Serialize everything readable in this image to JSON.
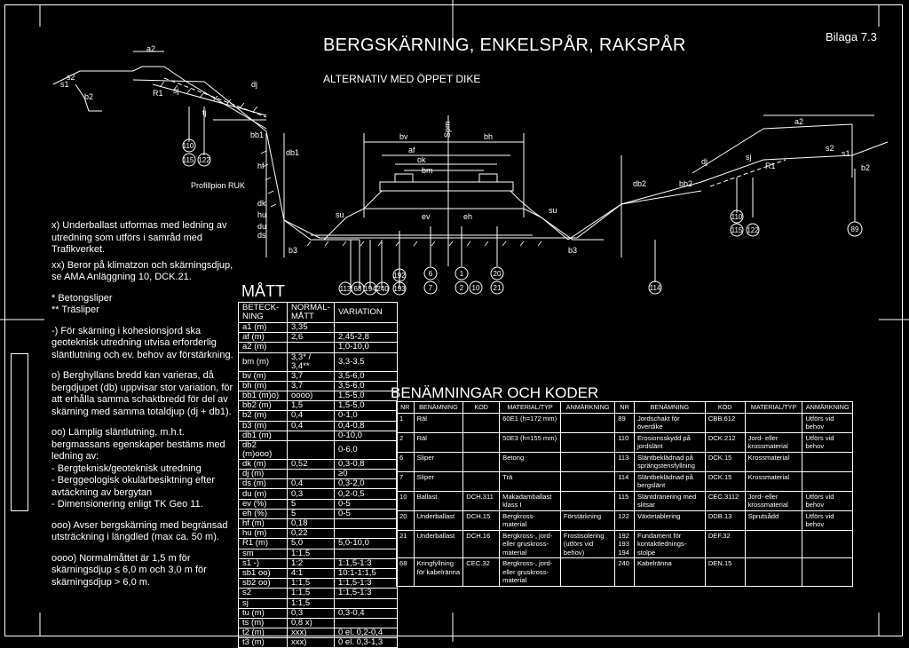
{
  "header": {
    "title": "BERGSKÄRNING, ENKELSPÅR, RAKSPÅR",
    "subtitle": "ALTERNATIV MED ÖPPET DIKE",
    "sheet": "Bilaga 7.3"
  },
  "drawing_labels": {
    "profile_label": "Profillpion RUK",
    "spm": "Spm",
    "bv": "bv",
    "bh": "bh",
    "af": "af",
    "ok": "ok",
    "bm": "bm",
    "ev": "ev",
    "eh": "eh",
    "su": "su",
    "a2": "a2",
    "b2": "b2",
    "r1": "R1",
    "sj": "sj",
    "s1": "s1",
    "s2": "s2",
    "dj": "dj",
    "db1": "db1",
    "db2": "db2",
    "bb1": "bb1",
    "bb2": "bb2",
    "b3": "b3",
    "hf": "hf",
    "hu": "hu",
    "du": "du",
    "ds": "ds",
    "dk": "dk",
    "tj": "tj",
    "circles": [
      "110",
      "115",
      "122",
      "113",
      "68",
      "194",
      "240",
      "193",
      "192",
      "6",
      "7",
      "1",
      "2",
      "10",
      "20",
      "21",
      "114",
      "89"
    ]
  },
  "notes": [
    "x) Underballast utformas med ledning av utredning som utförs i samråd med Trafikverket.",
    "xx) Beror på klimatzon och skärningsdjup, se AMA Anläggning 10, DCK.21.",
    "* Betongsliper",
    "** Träsliper",
    "-) För skärning i kohesionsjord ska geoteknisk utredning utvisa erforderlig släntlutning och ev. behov av förstärkning.",
    "o) Berghyllans bredd kan varieras, då bergdjupet (db) uppvisar stor variation, för att erhålla samma schaktbredd för del av skärning med samma totaldjup (dj + db1).",
    "oo) Lämplig släntlutning, m.h.t. bergmassans egenskaper bestäms med ledning av:",
    "- Bergteknisk/geoteknisk utredning",
    "- Berggeologisk okulärbesiktning efter avtäckning av bergytan",
    "- Dimensionering enligt TK Geo 11.",
    "ooo) Avser bergskärning med begränsad utsträckning i längdled (max ca. 50 m).",
    "oooo) Normalmåttet är 1,5 m för skärningsdjup ≤ 6,0 m och 3,0 m för skärningsdjup > 6,0 m."
  ],
  "matt": {
    "title": "MÅTT",
    "headers": [
      "BETECK-NING",
      "NORMAL-MÅTT",
      "VARIATION"
    ],
    "rows": [
      [
        "a1 (m)",
        "3,35",
        ""
      ],
      [
        "af (m)",
        "2,6",
        "2,45-2,8"
      ],
      [
        "a2 (m)",
        "",
        "1,0-10,0"
      ],
      [
        "bm (m)",
        "3,3* / 3,4**",
        "3,3-3,5"
      ],
      [
        "bv (m)",
        "3,7",
        "3,5-6,0"
      ],
      [
        "bh (m)",
        "3,7",
        "3,5-6,0"
      ],
      [
        "bb1 (m)o)",
        "oooo)",
        "1,5-5,0"
      ],
      [
        "bb2 (m)",
        "1,5",
        "1,5-5,0"
      ],
      [
        "b2 (m)",
        "0,4",
        "0-1,0"
      ],
      [
        "b3 (m)",
        "0,4",
        "0,4-0,8"
      ],
      [
        "db1 (m)",
        "",
        "0-10,0"
      ],
      [
        "db2 (m)ooo)",
        "",
        "0-6,0"
      ],
      [
        "dk (m)",
        "0,52",
        "0,3-0,8"
      ],
      [
        "dj (m)",
        "",
        "≥0"
      ],
      [
        "ds (m)",
        "0,4",
        "0,3-2,0"
      ],
      [
        "du (m)",
        "0,3",
        "0,2-0,5"
      ],
      [
        "ev (%)",
        "5",
        "0-5"
      ],
      [
        "eh (%)",
        "5",
        "0-5"
      ],
      [
        "hf (m)",
        "0,18",
        ""
      ],
      [
        "hu (m)",
        "0,22",
        ""
      ],
      [
        "R1 (m)",
        "5,0",
        "5,0-10,0"
      ],
      [
        "sm",
        "1:1,5",
        ""
      ],
      [
        "s1 -)",
        "1:2",
        "1:1,5-1:3"
      ],
      [
        "sb1 oo)",
        "4:1",
        "10:1-1:1,5"
      ],
      [
        "sb2 oo)",
        "1:1,5",
        "1:1,5-1:3"
      ],
      [
        "s2",
        "1:1,5",
        "1:1,5-1:3"
      ],
      [
        "sj",
        "1:1,5",
        ""
      ],
      [
        "tu (m)",
        "0,3",
        "0,3-0,4"
      ],
      [
        "ts (m)",
        "0,8 x)",
        ""
      ],
      [
        "t2 (m)",
        "xxx)",
        "0 el. 0,2-0,4"
      ],
      [
        "t3 (m)",
        "xxx)",
        "0 el. 0,3-1,3"
      ]
    ]
  },
  "koder": {
    "title": "BENÄMNINGAR OCH KODER",
    "headers": [
      "NR",
      "BENÄMNING",
      "KOD",
      "MATERIAL/TYP",
      "ANMÄRKNING",
      "NR",
      "BENÄMNING",
      "KOD",
      "MATERIAL/TYP",
      "ANMÄRKNING"
    ],
    "rows": [
      [
        "1",
        "Räl",
        "",
        "60E1 (h=172 mm)",
        "",
        "89",
        "Jordschakt för överdike",
        "CBB.612",
        "",
        "Utförs vid behov"
      ],
      [
        "2",
        "Räl",
        "",
        "50E3 (h=155 mm)",
        "",
        "110",
        "Erosionsskydd på jordslänt",
        "DCK.212",
        "Jord- eller krossmaterial",
        "Utförs vid behov"
      ],
      [
        "6",
        "Sliper",
        "",
        "Betong",
        "",
        "113",
        "Släntbeklädnad på sprängstensfyllning",
        "DCK.15",
        "Krossmaterial",
        ""
      ],
      [
        "7",
        "Sliper",
        "",
        "Trä",
        "",
        "114",
        "Släntbeklädnad på bergslänt",
        "DCK.15",
        "Krossmaterial",
        ""
      ],
      [
        "10",
        "Ballast",
        "DCH.311",
        "Makadamballast klass I",
        "",
        "115",
        "Släntdränering med slitsar",
        "CEC.3112",
        "Jord- eller krossmaterial",
        "Utförs vid behov"
      ],
      [
        "20",
        "Underballast",
        "DCH.15",
        "Bergkross-material",
        "Förstärkning",
        "122",
        "Växtetablering",
        "DDB.13",
        "Sprutsådd",
        "Utförs vid behov"
      ],
      [
        "21",
        "Underballast",
        "DCH.16",
        "Bergkross-, jord- eller gruskross-material",
        "Frostisolering (utförs vid behov)",
        "192 193 194",
        "Fundament för kontaktlednings-stolpe",
        "DEF.32",
        "",
        ""
      ],
      [
        "68",
        "Kringfyllning för kabelränna",
        "CEC.32",
        "Bergkross-, jord- eller gruskross-material",
        "",
        "240",
        "Kabelränna",
        "DEN.15",
        "",
        ""
      ]
    ]
  }
}
